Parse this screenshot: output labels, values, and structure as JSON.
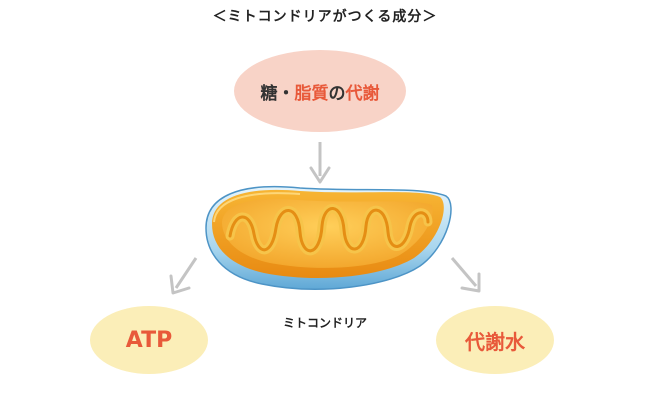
{
  "title": "＜ミトコンドリアがつくる成分＞",
  "input": {
    "part1": "糖・",
    "part2": "脂質",
    "part3": "の",
    "part4": "代謝"
  },
  "organelle_label": "ミトコンドリア",
  "outputs": {
    "atp": "ATP",
    "water": "代謝水"
  },
  "colors": {
    "input_oval": "#f8d3c7",
    "output_oval": "#fbeeb8",
    "highlight_text": "#e8593a",
    "arrow": "#c4c4c4",
    "mito_outer": "#f0a01c",
    "mito_membrane": "#a9d6ee"
  }
}
